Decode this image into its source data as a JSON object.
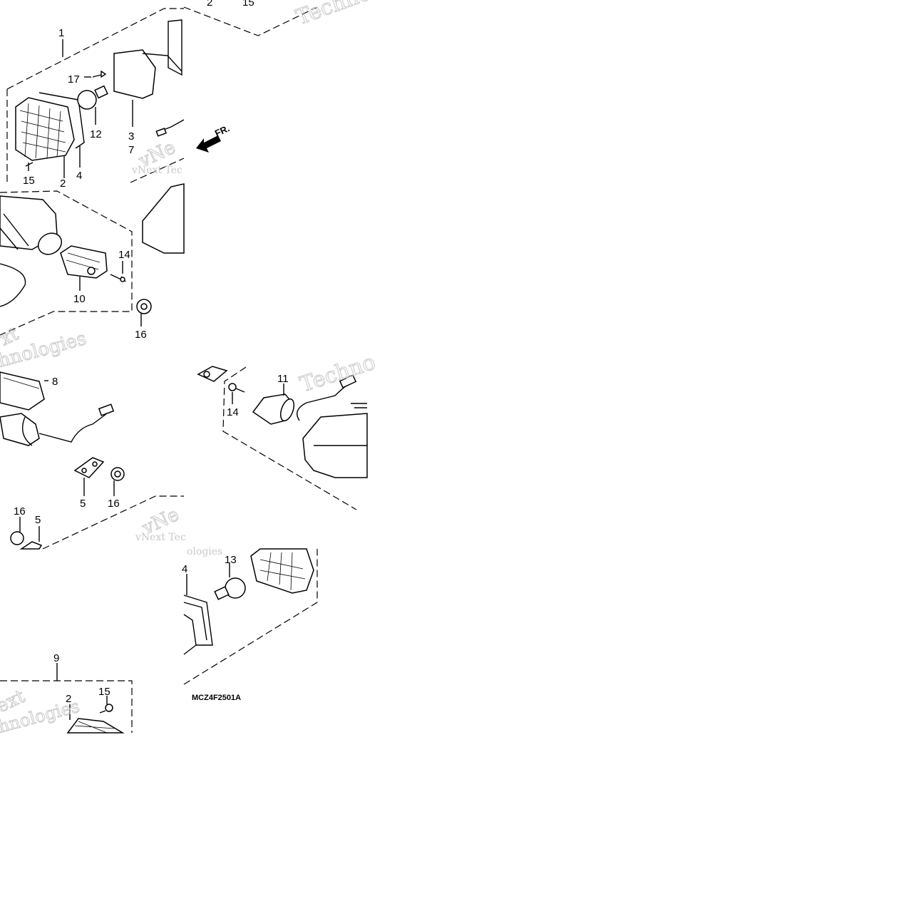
{
  "diagram": {
    "callouts": [
      "1",
      "17",
      "12",
      "3",
      "7",
      "4",
      "2",
      "15",
      "14",
      "10",
      "16",
      "8",
      "5",
      "16",
      "16",
      "5",
      "11",
      "14",
      "13",
      "4",
      "9",
      "2",
      "15",
      "2",
      "15"
    ],
    "fr_label": "FR.",
    "drawing_code": "MCZ4F2501A",
    "watermarks": [
      "Techno",
      "vNext Tec",
      "vNe",
      "xt",
      "hnologies",
      "Techno",
      "vNe",
      "vNext Tec",
      "ologies",
      "ext",
      "hnologies"
    ]
  }
}
